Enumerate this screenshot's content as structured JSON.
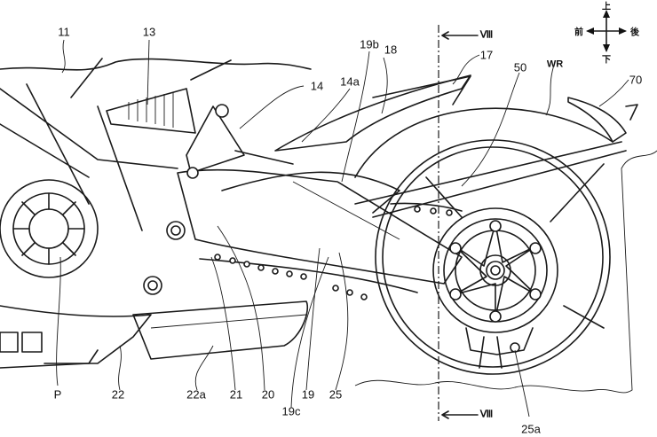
{
  "figure": {
    "type": "patent-drawing",
    "subject": "motorcycle rear section side view",
    "section_marker": "Ⅷ",
    "direction_indicator": {
      "up": "上",
      "down": "下",
      "front": "前",
      "rear": "後"
    },
    "reference_labels": [
      {
        "id": "11",
        "text": "11"
      },
      {
        "id": "13",
        "text": "13"
      },
      {
        "id": "14",
        "text": "14"
      },
      {
        "id": "14a",
        "text": "14a"
      },
      {
        "id": "19b",
        "text": "19b"
      },
      {
        "id": "18",
        "text": "18"
      },
      {
        "id": "17",
        "text": "17"
      },
      {
        "id": "50",
        "text": "50"
      },
      {
        "id": "WR",
        "text": "WR"
      },
      {
        "id": "70",
        "text": "70"
      },
      {
        "id": "P",
        "text": "P"
      },
      {
        "id": "22",
        "text": "22"
      },
      {
        "id": "22a",
        "text": "22a"
      },
      {
        "id": "21",
        "text": "21"
      },
      {
        "id": "20",
        "text": "20"
      },
      {
        "id": "19c",
        "text": "19c"
      },
      {
        "id": "19",
        "text": "19"
      },
      {
        "id": "25",
        "text": "25"
      },
      {
        "id": "25a",
        "text": "25a"
      }
    ]
  }
}
